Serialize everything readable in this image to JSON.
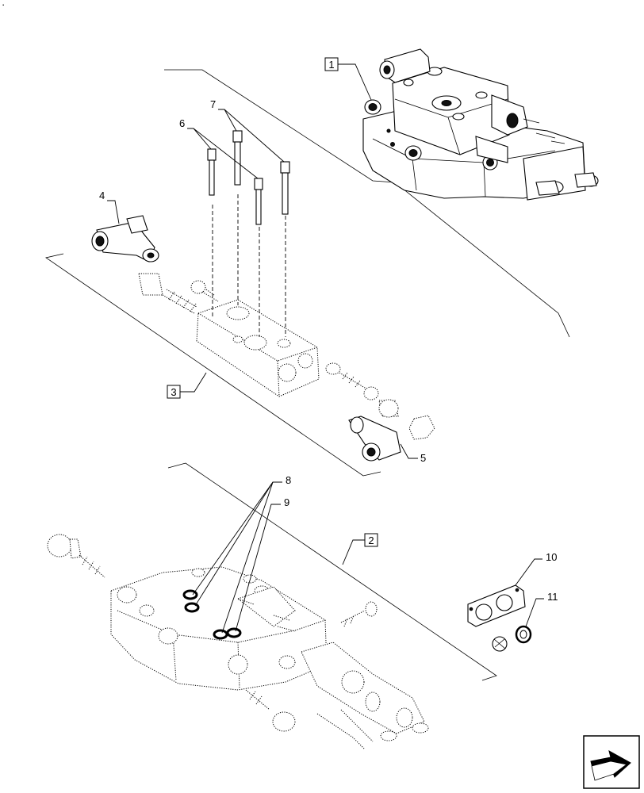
{
  "diagram": {
    "corner_mark": "·",
    "callouts": [
      {
        "id": "c1",
        "text": "1",
        "boxed": true
      },
      {
        "id": "c2",
        "text": "2",
        "boxed": true
      },
      {
        "id": "c3",
        "text": "3",
        "boxed": true
      },
      {
        "id": "c4",
        "text": "4",
        "boxed": false
      },
      {
        "id": "c5",
        "text": "5",
        "boxed": false
      },
      {
        "id": "c6",
        "text": "6",
        "boxed": false
      },
      {
        "id": "c7",
        "text": "7",
        "boxed": false
      },
      {
        "id": "c8",
        "text": "8",
        "boxed": false
      },
      {
        "id": "c9",
        "text": "9",
        "boxed": false
      },
      {
        "id": "c10",
        "text": "10",
        "boxed": false
      },
      {
        "id": "c11",
        "text": "11",
        "boxed": false
      }
    ],
    "nav_icon": "next-page-arrow-icon"
  }
}
